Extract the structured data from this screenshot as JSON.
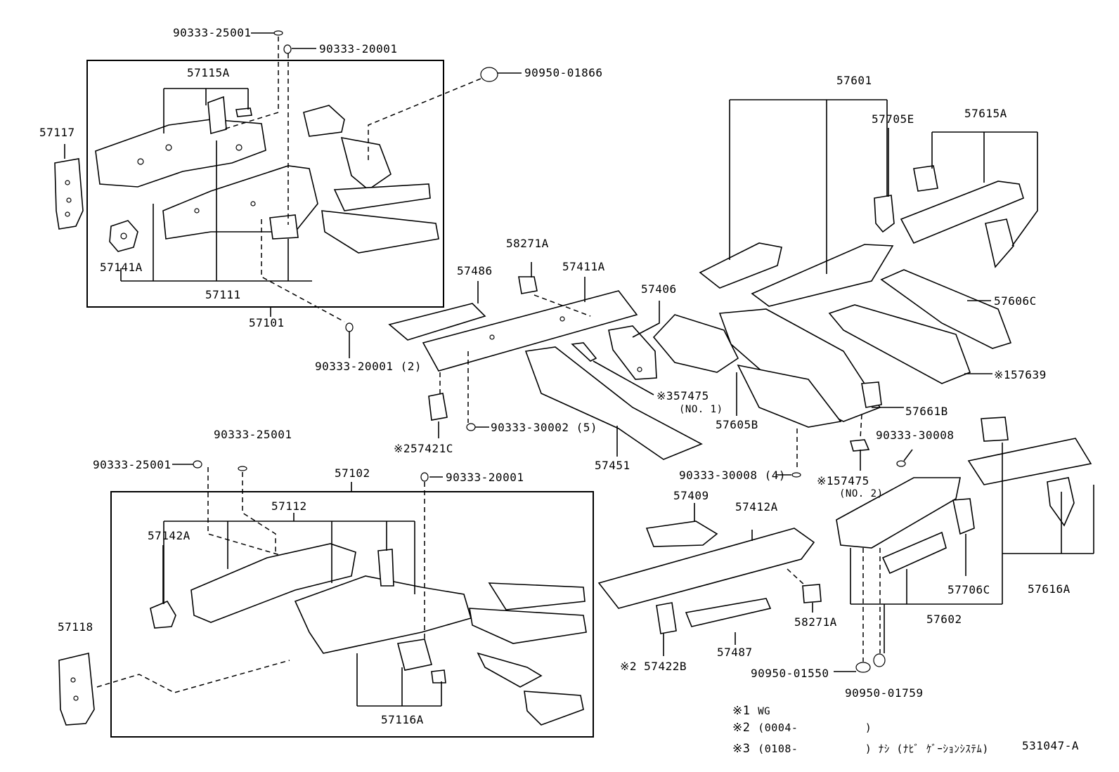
{
  "labels": {
    "p90333_25001_top": "90333-25001",
    "p90333_20001_top": "90333-20001",
    "p90950_01866": "90950-01866",
    "p57115A": "57115A",
    "p57117": "57117",
    "p57141A": "57141A",
    "p57111": "57111",
    "p57101": "57101",
    "p90333_20001_2": "90333-20001 (2)",
    "p57601": "57601",
    "p57705E": "57705E",
    "p57615A": "57615A",
    "p58271A_top": "58271A",
    "p57486": "57486",
    "p57411A": "57411A",
    "p57406": "57406",
    "p57606C": "57606C",
    "p57639": "※157639",
    "p57475_no1": "※357475",
    "p57475_no1_sub": "(NO. 1)",
    "p57605B": "57605B",
    "p57661B": "57661B",
    "p57421C": "※257421C",
    "p90333_30002": "90333-30002 (5)",
    "p57451": "57451",
    "p90333_30008_a": "90333-30008",
    "p90333_30008_4": "90333-30008 (4)",
    "p57475_no2": "※157475",
    "p57475_no2_sub": "(NO. 2)",
    "p90333_25001_mid": "90333-25001",
    "p90333_25001_left": "90333-25001",
    "p57102": "57102",
    "p90333_20001_mid": "90333-20001",
    "p57112": "57112",
    "p57142A": "57142A",
    "p57409": "57409",
    "p57412A": "57412A",
    "p57118": "57118",
    "p57116A": "57116A",
    "p57422B": "※2 57422B",
    "p57487": "57487",
    "p58271A_bot": "58271A",
    "p57706C": "57706C",
    "p57602": "57602",
    "p57616A": "57616A",
    "p90950_01550": "90950-01550",
    "p90950_01759": "90950-01759"
  },
  "notes": [
    {
      "mark": "※1",
      "text": "WG"
    },
    {
      "mark": "※2",
      "text": "(0004-          )"
    },
    {
      "mark": "※3",
      "text": "(0108-          ) ﾅｼ (ﾅﾋﾞ ｹﾞｰｼｮﾝｼｽﾃﾑ)"
    }
  ],
  "diagram_id": "531047-A"
}
